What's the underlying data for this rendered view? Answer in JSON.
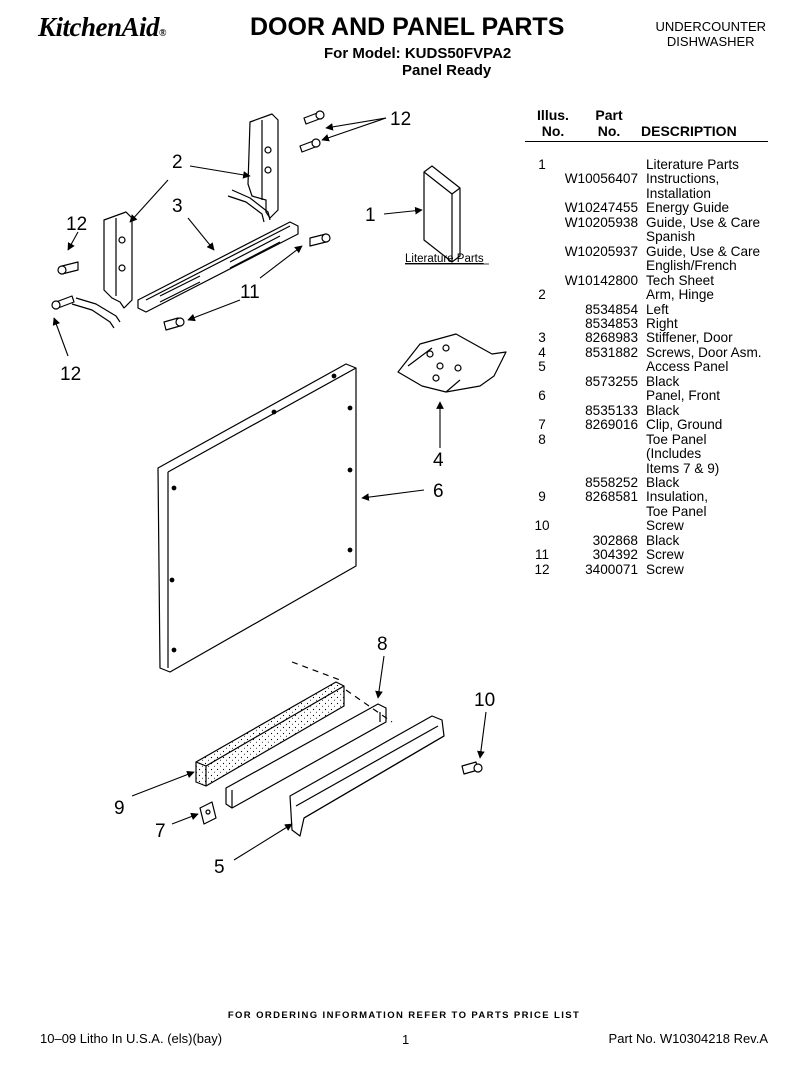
{
  "header": {
    "brand": "KitchenAid",
    "brand_mark": "®",
    "title": "DOOR AND PANEL PARTS",
    "model_line": "For Model: KUDS50FVPA2",
    "variant": "Panel Ready",
    "category_line1": "UNDERCOUNTER",
    "category_line2": "DISHWASHER"
  },
  "table": {
    "col_illus_1": "Illus.",
    "col_illus_2": "No.",
    "col_part_1": "Part",
    "col_part_2": "No.",
    "col_desc": "DESCRIPTION",
    "rows": [
      {
        "illus": "1",
        "part": "",
        "desc": "Literature Parts"
      },
      {
        "illus": "",
        "part": "W10056407",
        "desc": "Instructions,"
      },
      {
        "illus": "",
        "part": "",
        "desc": "Installation"
      },
      {
        "illus": "",
        "part": "W10247455",
        "desc": "Energy Guide"
      },
      {
        "illus": "",
        "part": "W10205938",
        "desc": "Guide, Use & Care"
      },
      {
        "illus": "",
        "part": "",
        "desc": "Spanish"
      },
      {
        "illus": "",
        "part": "W10205937",
        "desc": "Guide, Use & Care"
      },
      {
        "illus": "",
        "part": "",
        "desc": "English/French"
      },
      {
        "illus": "",
        "part": "W10142800",
        "desc": "Tech Sheet"
      },
      {
        "illus": "2",
        "part": "",
        "desc": "Arm, Hinge"
      },
      {
        "illus": "",
        "part": "8534854",
        "desc": "Left"
      },
      {
        "illus": "",
        "part": "8534853",
        "desc": "Right"
      },
      {
        "illus": "3",
        "part": "8268983",
        "desc": "Stiffener, Door"
      },
      {
        "illus": "4",
        "part": "8531882",
        "desc": "Screws, Door Asm."
      },
      {
        "illus": "5",
        "part": "",
        "desc": "Access Panel"
      },
      {
        "illus": "",
        "part": "8573255",
        "desc": "Black"
      },
      {
        "illus": "6",
        "part": "",
        "desc": "Panel, Front"
      },
      {
        "illus": "",
        "part": "8535133",
        "desc": "Black"
      },
      {
        "illus": "7",
        "part": "8269016",
        "desc": "Clip, Ground"
      },
      {
        "illus": "8",
        "part": "",
        "desc": "Toe Panel"
      },
      {
        "illus": "",
        "part": "",
        "desc": "(Includes"
      },
      {
        "illus": "",
        "part": "",
        "desc": "Items 7 & 9)"
      },
      {
        "illus": "",
        "part": "8558252",
        "desc": "Black"
      },
      {
        "illus": "9",
        "part": "8268581",
        "desc": "Insulation,"
      },
      {
        "illus": "",
        "part": "",
        "desc": "Toe Panel"
      },
      {
        "illus": "10",
        "part": "",
        "desc": "Screw"
      },
      {
        "illus": "",
        "part": "302868",
        "desc": "Black"
      },
      {
        "illus": "11",
        "part": "304392",
        "desc": "Screw"
      },
      {
        "illus": "12",
        "part": "3400071",
        "desc": "Screw"
      }
    ]
  },
  "diagram": {
    "literature_label": "Literature Parts",
    "callouts": {
      "c1": "1",
      "c2": "2",
      "c3": "3",
      "c4": "4",
      "c5": "5",
      "c6": "6",
      "c7": "7",
      "c8": "8",
      "c9": "9",
      "c10": "10",
      "c11": "11",
      "c12a": "12",
      "c12b": "12",
      "c12c": "12"
    }
  },
  "footer": {
    "order_info": "FOR ORDERING INFORMATION REFER TO PARTS PRICE LIST",
    "litho": "10–09 Litho In U.S.A. (els)(bay)",
    "page": "1",
    "part_no": "Part No. W10304218 Rev.A"
  }
}
